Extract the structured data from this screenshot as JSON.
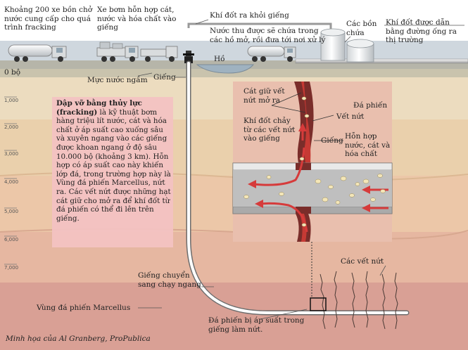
{
  "labels": {
    "trucks_water": "Khoảng 200 xe bồn chở\nnước cung cấp cho quá\ntrình fracking",
    "trucks_mix": "Xe bơm hỗn hợp cát,\nnước và hóa chất vào\ngiếng",
    "gas_out": "Khí đốt ra khỏi giếng",
    "water_stored": "Nước thu được sẽ chứa trong\ncác hồ mở, rồi đưa tới nơi xử lý",
    "pond": "Hồ",
    "tanks": "Các bồn\nchứa",
    "pipeline": "Khí đốt được dẫn\nbằng đường ống ra\nthị trường",
    "zero_ft": "0 bộ",
    "water_table": "Mực nước ngầm",
    "well": "Giếng",
    "turn_horizontal": "Giếng chuyển\nsang chạy ngang",
    "marcellus": "Vùng đá phiến Marcellus",
    "pressurized": "Đá phiến bị áp suất trong\ngiếng làm nứt.",
    "fractures": "Các vết nứt",
    "credit": "Minh họa của Al Granberg, ProPublica"
  },
  "description": {
    "bold": "Dập vỡ bằng thủy lực (fracking)",
    "text": " là kỹ thuật bơm hàng triệu lít nước, cát và hóa chất ở áp suất cao xuống sâu và xuyên ngang vào các giếng được khoan ngang ở độ sâu 10.000 bộ (khoảng 3 km). Hỗn hợp có áp suất cao này khiến lớp đá, trong trường hợp này là Vùng đá phiến Marcellus, nứt ra. Các vết nứt được những hạt cát giữ cho mở ra để khí đốt từ đá phiến có thể đi lên trên giếng."
  },
  "inset": {
    "sand_keeps_open": "Cát giữ vết\nnứt mở ra",
    "shale": "Đá phiến",
    "fissure": "Vết nứt",
    "gas_flows": "Khí đốt chảy\ntừ các vết nứt\nvào giếng",
    "well": "Giếng",
    "mixture": "Hỗn hợp\nnước, cát và\nhóa chất"
  },
  "depth_ticks": [
    "1,000",
    "2,000",
    "3,000",
    "4,000",
    "5,000",
    "6,000",
    "7,000"
  ],
  "colors": {
    "sky": "#cdd6dd",
    "ground": "#a8a79a",
    "layer1": "#ead7b8",
    "layer2": "#e8c9a4",
    "layer3": "#ecc4a4",
    "layer4": "#e7b39e",
    "layer5": "#d99c93",
    "arrow_red": "#d63b3b"
  }
}
